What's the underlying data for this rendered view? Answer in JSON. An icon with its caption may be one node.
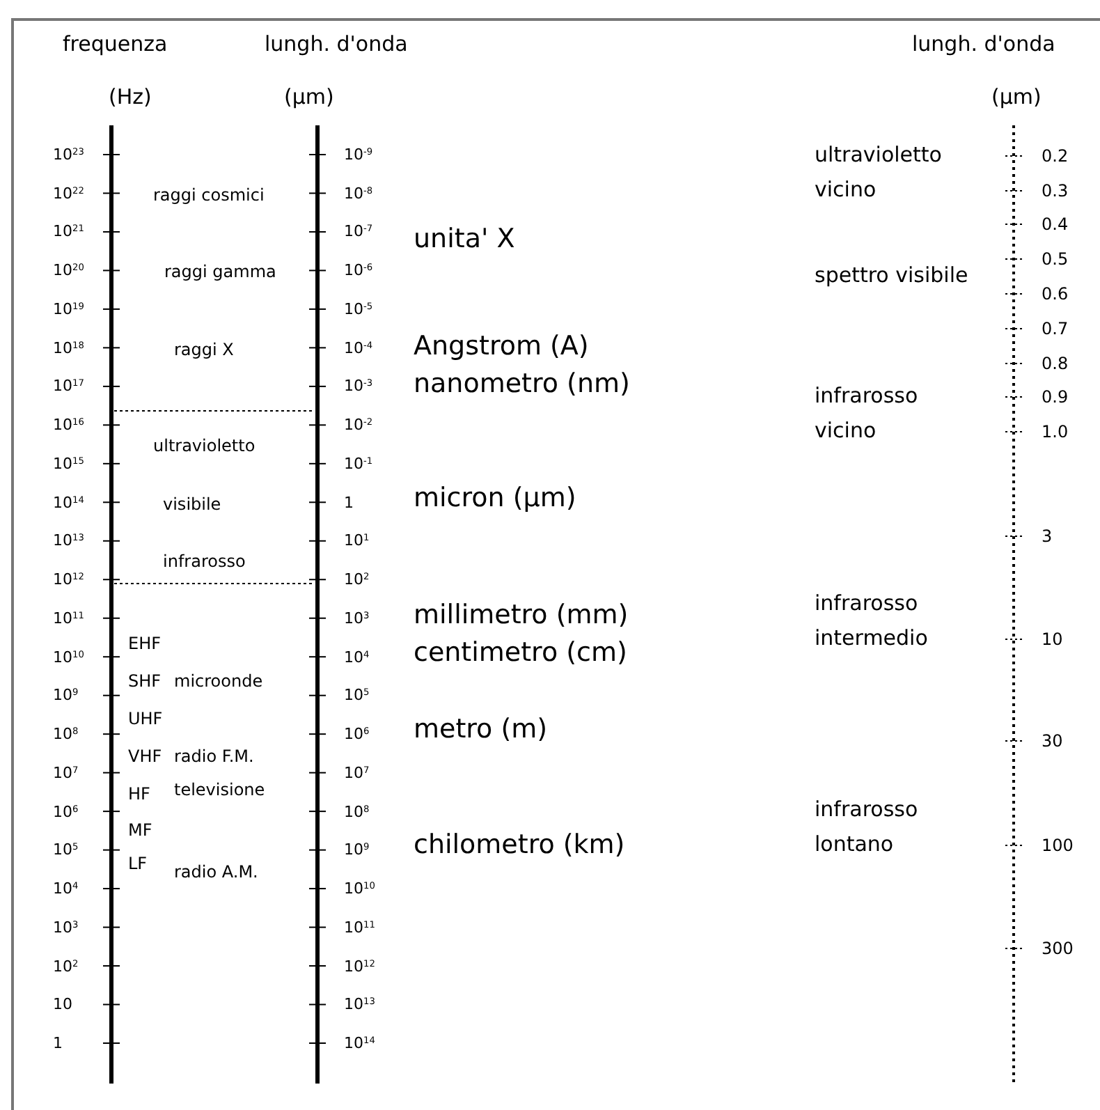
{
  "diagram": {
    "labels": [
      "frequenza",
      "lungh. d'onda",
      "lungh. d'onda",
      "(Hz)",
      "(μm)",
      "(μm)",
      "10$^{23}$",
      "10$^{22}$",
      "10$^{21}$",
      "10$^{20}$",
      "10$^{19}$",
      "10$^{18}$",
      "10$^{17}$",
      "10$^{16}$",
      "10$^{15}$",
      "10$^{14}$",
      "10$^{13}$",
      "10$^{12}$",
      "10$^{11}$",
      "10$^{10}$",
      "10$^{9}$",
      "10$^{8}$",
      "10$^{7}$",
      "10$^{6}$",
      "10$^{5}$",
      "10$^{4}$",
      "10$^{3}$",
      "10$^{2}$",
      "10",
      "1",
      "10$^{-9}$",
      "10$^{-8}$",
      "10$^{-7}$",
      "10$^{-6}$",
      "10$^{-5}$",
      "10$^{-4}$",
      "10$^{-3}$",
      "10$^{-2}$",
      "10$^{-1}$",
      "1",
      "10$^{1}$",
      "10$^{2}$",
      "10$^{3}$",
      "10$^{4}$",
      "10$^{5}$",
      "10$^{6}$",
      "10$^{7}$",
      "10$^{8}$",
      "10$^{9}$",
      "10$^{10}$",
      "10$^{11}$",
      "10$^{12}$",
      "10$^{13}$",
      "10$^{14}$",
      "raggi cosmici",
      "raggi gamma",
      "raggi X",
      "ultravioletto",
      "visibile",
      "infrarosso",
      "EHF",
      "SHF",
      "microonde",
      "UHF",
      "VHF",
      "radio F.M.",
      "HF",
      "televisione",
      "MF",
      "LF",
      "radio A.M.",
      "unita' X",
      "Angstrom (A)",
      "nanometro (nm)",
      "micron (μm)",
      "millimetro (mm)",
      "centimetro (cm)",
      "metro (m)",
      "chilometro (km)",
      "ultravioletto vicino",
      "spettro visibile",
      "infrarosso vicino",
      "infrarosso intermedio",
      "infrarosso lontano",
      "0.2",
      "0.3",
      "0.4",
      "0.5",
      "0.6",
      "0.7",
      "0.8",
      "0.9",
      "1.0",
      "3",
      "10",
      "30",
      "100",
      "300"
    ]
  }
}
